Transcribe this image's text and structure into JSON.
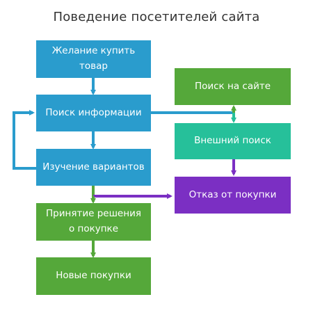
{
  "title": "Поведение посетителей сайта",
  "colors": {
    "blue": "#2a9ccd",
    "green": "#55a83a",
    "teal": "#26c09a",
    "purple": "#7b2fc3"
  },
  "nodes": {
    "desire": "Желание купить товар",
    "search_info": "Поиск информации",
    "study_options": "Изучение вариантов",
    "decision": "Принятие решения\nо покупке",
    "new_purchases": "Новые покупки",
    "site_search": "Поиск на сайте",
    "external_search": "Внешний поиск",
    "refusal": "Отказ от покупки"
  }
}
